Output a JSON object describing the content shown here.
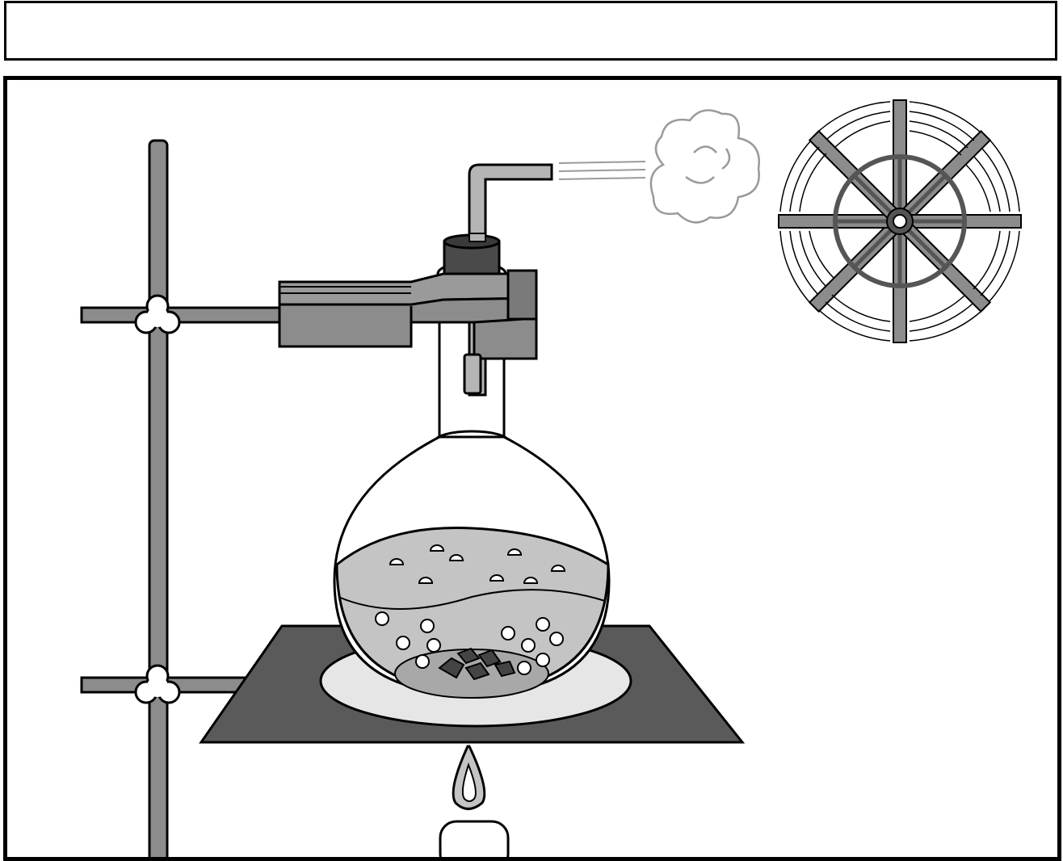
{
  "caption": {
    "text": ""
  },
  "scene": {
    "components": [
      "retort-stand",
      "clamp",
      "stopper",
      "delivery-tube",
      "steam-cloud",
      "paddle-wheel",
      "round-bottom-flask",
      "boiling-water",
      "boiling-chips",
      "wire-gauze",
      "bunsen-burner-flame"
    ],
    "colors": {
      "metal": "#8c8c8c",
      "clamp_dark": "#7a7a7a",
      "stopper": "#4a4a4a",
      "water": "#c4c4c4",
      "gauze": "#5a5a5a",
      "gauze_center": "#e6e6e6",
      "outline": "#000000",
      "steam": "#9a9a9a"
    }
  }
}
